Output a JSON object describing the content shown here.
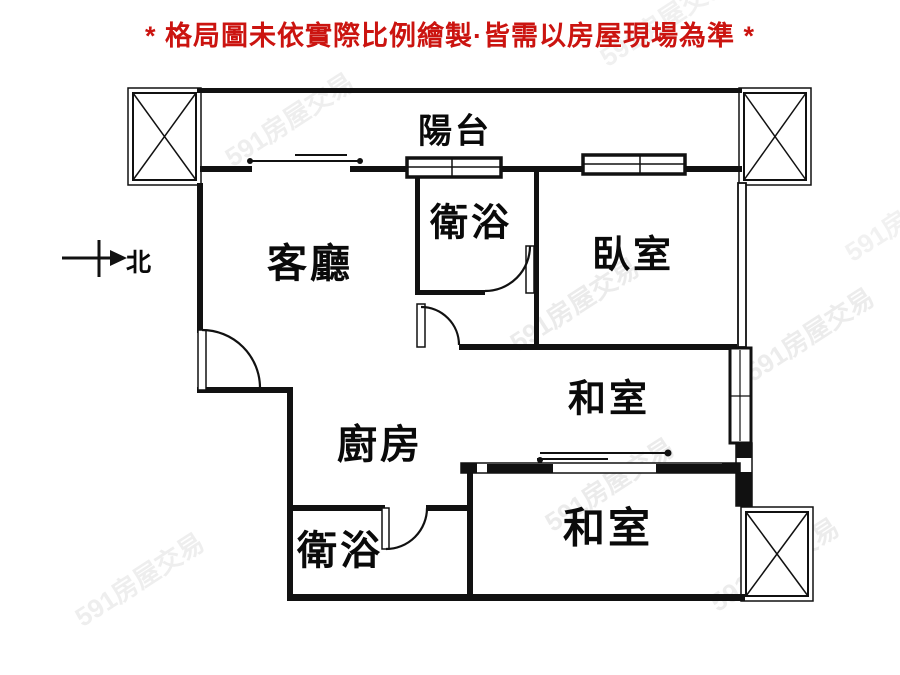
{
  "disclaimer": "* 格局圖未依實際比例繪製·皆需以房屋現場為準 *",
  "compass": {
    "label": "北",
    "icon": "north-arrow"
  },
  "rooms": {
    "balcony": "陽台",
    "living_room": "客廳",
    "bathroom_upper": "衛浴",
    "bedroom": "臥室",
    "tatami_upper": "和室",
    "kitchen": "廚房",
    "bathroom_lower": "衛浴",
    "tatami_lower": "和室"
  },
  "watermark": {
    "text": "591房屋交易",
    "color": "#dedede"
  },
  "colors": {
    "disclaimer_red": "#cb1410",
    "wall_black": "#111111",
    "background": "#ffffff"
  }
}
